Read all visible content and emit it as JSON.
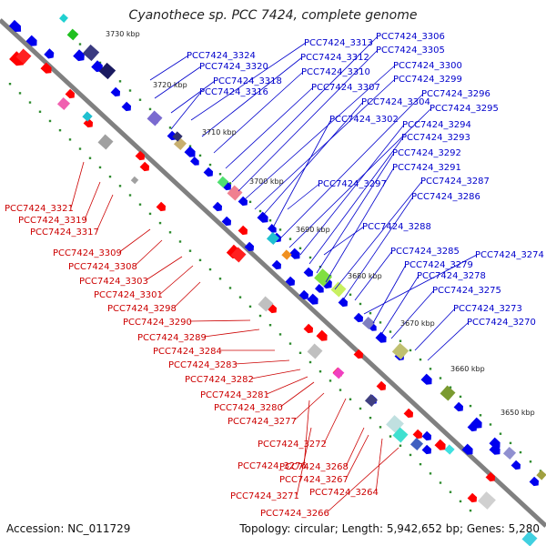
{
  "header": {
    "title": "Cyanothece sp. PCC 7424, complete genome"
  },
  "footer": {
    "accession_label": "Accession:",
    "accession": "NC_011729",
    "topology_label": "Topology:",
    "topology": "circular",
    "length_label": "Length:",
    "length": "5,942,652 bp",
    "genes_label": "Genes:",
    "genes": "5,280"
  },
  "scale_ticks": [
    "3730 kbp",
    "3720 kbp",
    "3710 kbp",
    "3700 kbp",
    "3690 kbp",
    "3680 kbp",
    "3670 kbp",
    "3660 kbp",
    "3650 kbp"
  ],
  "labels_plus": [
    "PCC7424_3324",
    "PCC7424_3320",
    "PCC7424_3318",
    "PCC7424_3316",
    "PCC7424_3313",
    "PCC7424_3312",
    "PCC7424_3310",
    "PCC7424_3307",
    "PCC7424_3306",
    "PCC7424_3305",
    "PCC7424_3300",
    "PCC7424_3299",
    "PCC7424_3304",
    "PCC7424_3302",
    "PCC7424_3296",
    "PCC7424_3295",
    "PCC7424_3294",
    "PCC7424_3293",
    "PCC7424_3292",
    "PCC7424_3291",
    "PCC7424_3297",
    "PCC7424_3287",
    "PCC7424_3286",
    "PCC7424_3288",
    "PCC7424_3285",
    "PCC7424_3274",
    "PCC7424_3279",
    "PCC7424_3278",
    "PCC7424_3275",
    "PCC7424_3273",
    "PCC7424_3270"
  ],
  "labels_minus": [
    "PCC7424_3321",
    "PCC7424_3319",
    "PCC7424_3317",
    "PCC7424_3309",
    "PCC7424_3308",
    "PCC7424_3303",
    "PCC7424_3301",
    "PCC7424_3298",
    "PCC7424_3290",
    "PCC7424_3289",
    "PCC7424_3284",
    "PCC7424_3283",
    "PCC7424_3282",
    "PCC7424_3281",
    "PCC7424_3280",
    "PCC7424_3277",
    "PCC7424_3272",
    "PCC7424_3276",
    "PCC7424_3268",
    "PCC7424_3267",
    "PCC7424_3271",
    "PCC7424_3264",
    "PCC7424_3266"
  ],
  "colors": {
    "backbone": "#808080",
    "plus_strand": "#0000ee",
    "plus_label": "#0000cc",
    "minus_strand": "#ff0000",
    "minus_label": "#cc0000",
    "tick_dots": "#2e8b2e"
  }
}
